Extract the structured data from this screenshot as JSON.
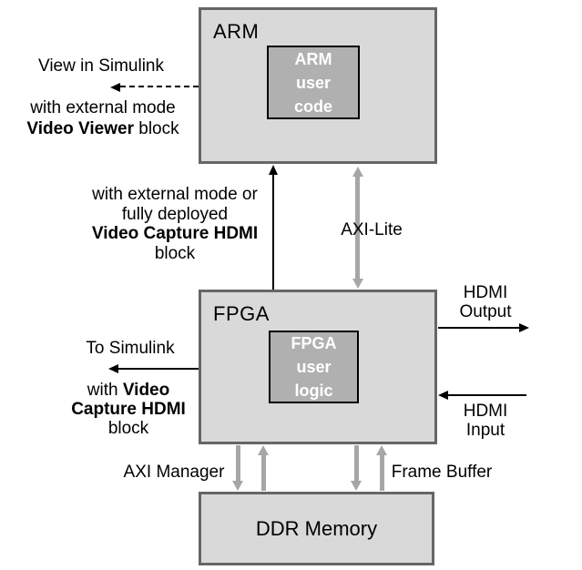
{
  "colors": {
    "background": "#ffffff",
    "block_fill": "#d9d9d9",
    "block_border": "#666666",
    "inner_block_fill": "#b0b0b0",
    "inner_block_text": "#ffffff",
    "gray_arrow": "#a6a6a6",
    "black_arrow": "#000000",
    "text": "#000000"
  },
  "blocks": {
    "arm": {
      "title": "ARM",
      "inner": {
        "line1": "ARM",
        "line2": "user",
        "line3": "code"
      }
    },
    "fpga": {
      "title": "FPGA",
      "inner": {
        "line1": "FPGA",
        "line2": "user",
        "line3": "logic"
      }
    },
    "ddr": {
      "title": "DDR Memory"
    }
  },
  "annotations": {
    "view_in_simulink": "View in Simulink",
    "video_viewer_note": {
      "line1": "with external mode",
      "line2_bold": "Video Viewer",
      "line2_rest": " block"
    },
    "video_capture_note": {
      "line1": "with external mode or",
      "line2": "fully deployed",
      "line3_bold": "Video Capture HDMI",
      "line4": "block"
    },
    "to_simulink": "To Simulink",
    "video_capture_note2": {
      "line1_rest": "with ",
      "line1_bold": "Video",
      "line2_bold": "Capture HDMI",
      "line3": "block"
    },
    "axi_lite": "AXI-Lite",
    "hdmi_output": {
      "line1": "HDMI",
      "line2": "Output"
    },
    "hdmi_input": {
      "line1": "HDMI",
      "line2": "Input"
    },
    "axi_manager": "AXI Manager",
    "frame_buffer": "Frame Buffer"
  }
}
